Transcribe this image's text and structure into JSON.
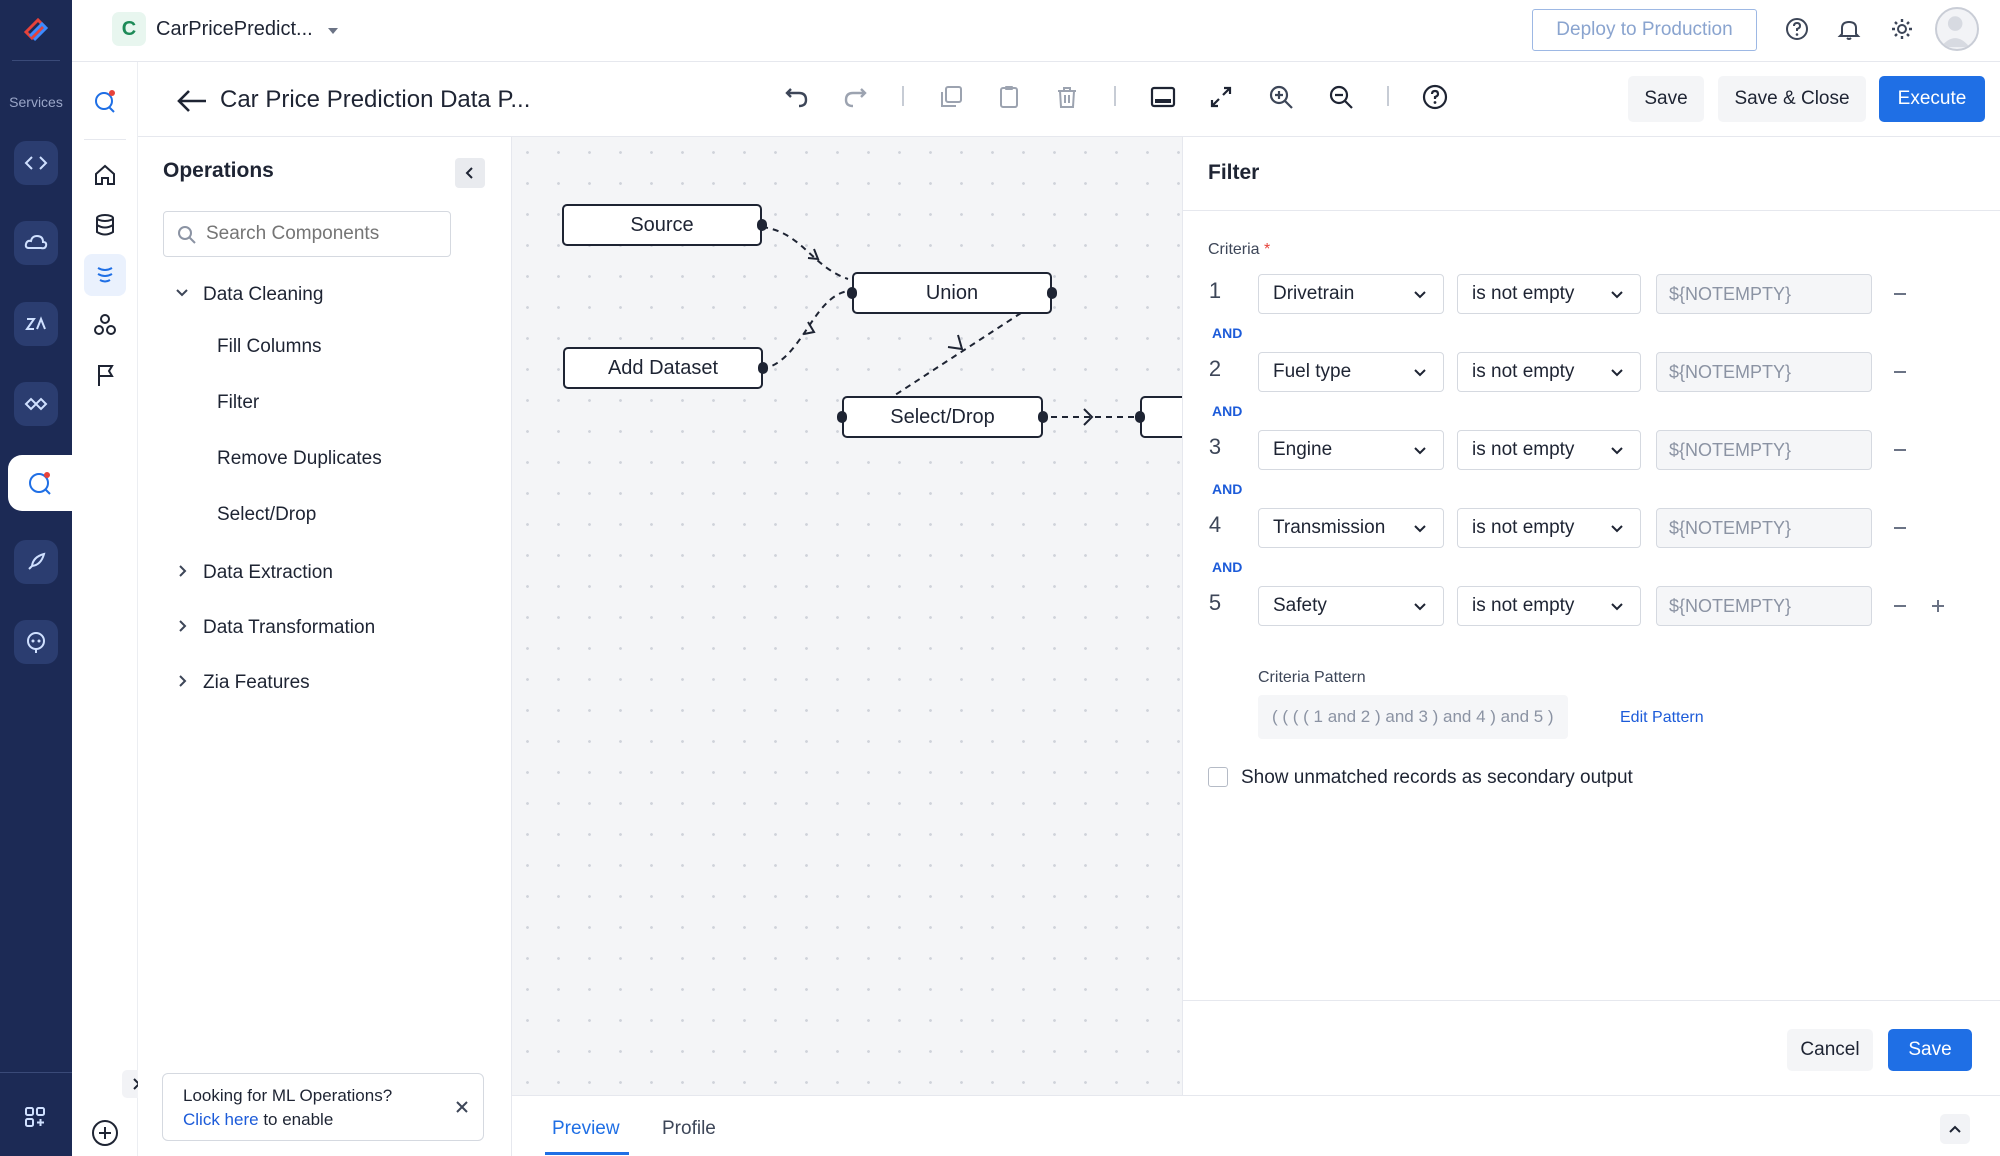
{
  "rail": {
    "label": "Services"
  },
  "topbar": {
    "workspace_initial": "C",
    "workspace_name": "CarPricePredict...",
    "deploy_label": "Deploy to Production"
  },
  "header": {
    "title": "Car Price Prediction Data P...",
    "save_label": "Save",
    "save_close_label": "Save & Close",
    "execute_label": "Execute"
  },
  "operations": {
    "title": "Operations",
    "search_placeholder": "Search Components",
    "categories": [
      {
        "label": "Data Cleaning",
        "expanded": true,
        "items": [
          "Fill Columns",
          "Filter",
          "Remove Duplicates",
          "Select/Drop"
        ]
      },
      {
        "label": "Data Extraction",
        "expanded": false
      },
      {
        "label": "Data Transformation",
        "expanded": false
      },
      {
        "label": "Zia Features",
        "expanded": false
      }
    ],
    "banner_text": "Looking for ML Operations?",
    "banner_link": "Click here",
    "banner_suffix": "to enable"
  },
  "canvas": {
    "nodes": {
      "source": "Source",
      "union": "Union",
      "add_dataset": "Add Dataset",
      "select_drop": "Select/Drop"
    }
  },
  "bottom_tabs": {
    "preview": "Preview",
    "profile": "Profile"
  },
  "filter": {
    "title": "Filter",
    "criteria_label": "Criteria",
    "required_mark": "*",
    "connector": "AND",
    "rows": [
      {
        "num": "1",
        "column": "Drivetrain",
        "op": "is not empty",
        "value": "${NOTEMPTY}"
      },
      {
        "num": "2",
        "column": "Fuel type",
        "op": "is not empty",
        "value": "${NOTEMPTY}"
      },
      {
        "num": "3",
        "column": "Engine",
        "op": "is not empty",
        "value": "${NOTEMPTY}"
      },
      {
        "num": "4",
        "column": "Transmission",
        "op": "is not empty",
        "value": "${NOTEMPTY}"
      },
      {
        "num": "5",
        "column": "Safety",
        "op": "is not empty",
        "value": "${NOTEMPTY}"
      }
    ],
    "pattern_label": "Criteria Pattern",
    "pattern_value": "( ( ( ( 1 and 2 ) and 3 ) and 4 ) and 5 )",
    "edit_pattern": "Edit Pattern",
    "unmatched_label": "Show unmatched records as secondary output",
    "cancel_label": "Cancel",
    "save_label": "Save"
  },
  "colors": {
    "primary": "#1f6fe5",
    "rail": "#1c2a55",
    "link": "#1c5bd9"
  }
}
